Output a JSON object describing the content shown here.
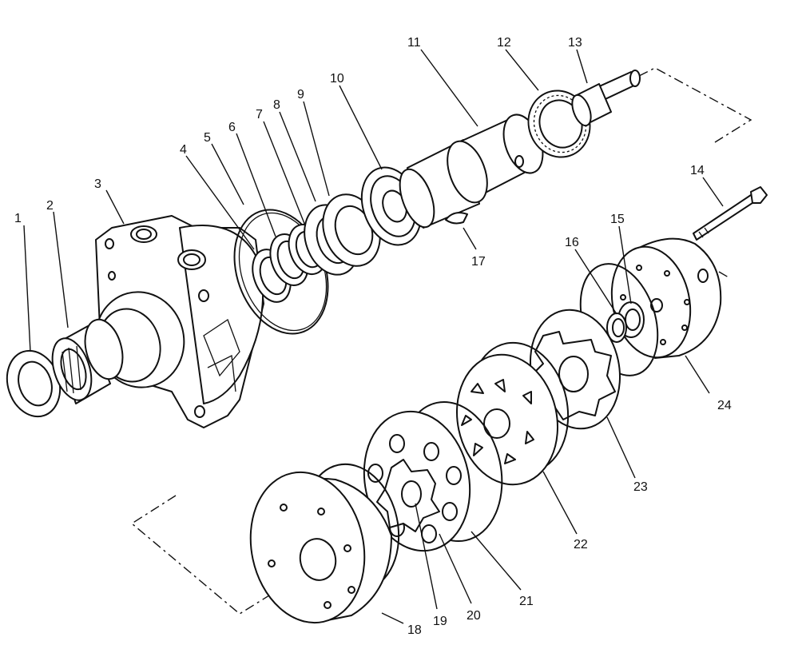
{
  "parts": [
    {
      "id": "1",
      "label": "1"
    },
    {
      "id": "2",
      "label": "2"
    },
    {
      "id": "3",
      "label": "3"
    },
    {
      "id": "4",
      "label": "4"
    },
    {
      "id": "5",
      "label": "5"
    },
    {
      "id": "6",
      "label": "6"
    },
    {
      "id": "7",
      "label": "7"
    },
    {
      "id": "8",
      "label": "8"
    },
    {
      "id": "9",
      "label": "9"
    },
    {
      "id": "10",
      "label": "10"
    },
    {
      "id": "11",
      "label": "11"
    },
    {
      "id": "12",
      "label": "12"
    },
    {
      "id": "13",
      "label": "13"
    },
    {
      "id": "14",
      "label": "14"
    },
    {
      "id": "15",
      "label": "15"
    },
    {
      "id": "16",
      "label": "16"
    },
    {
      "id": "17",
      "label": "17"
    },
    {
      "id": "18",
      "label": "18"
    },
    {
      "id": "19",
      "label": "19"
    },
    {
      "id": "20",
      "label": "20"
    },
    {
      "id": "21",
      "label": "21"
    },
    {
      "id": "22",
      "label": "22"
    },
    {
      "id": "23",
      "label": "23"
    },
    {
      "id": "24",
      "label": "24"
    }
  ]
}
